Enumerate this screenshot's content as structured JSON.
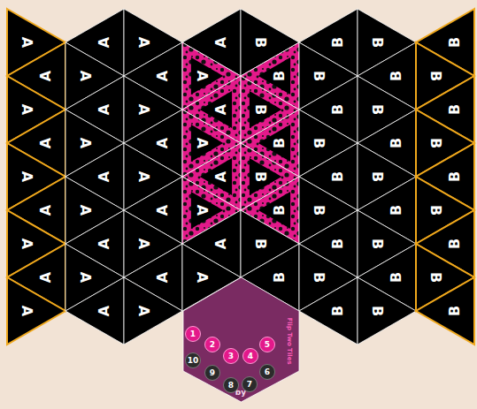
{
  "diagram": {
    "nodes": [
      {
        "text": [
          "A"
        ]
      },
      {
        "text": [
          "A"
        ]
      },
      {
        "text": [
          "A"
        ]
      },
      {
        "text": [
          "A"
        ]
      },
      {
        "text": [
          "A"
        ]
      },
      {
        "text": [
          "A"
        ]
      },
      {
        "text": [
          "A"
        ]
      },
      {
        "text": [
          "A"
        ]
      },
      {
        "text": [
          "A"
        ]
      },
      {
        "text": [
          "A"
        ]
      },
      {
        "text": [
          "A"
        ]
      },
      {
        "text": [
          "A"
        ]
      },
      {
        "text": [
          "A"
        ]
      },
      {
        "text": [
          "A"
        ]
      },
      {
        "text": [
          "A"
        ]
      },
      {
        "text": [
          "A"
        ]
      },
      {
        "text": [
          "A"
        ]
      },
      {
        "text": [
          "A"
        ]
      },
      {
        "text": [
          "A"
        ]
      },
      {
        "text": [
          "A"
        ]
      },
      {
        "text": [
          "A"
        ]
      },
      {
        "text": [
          "A"
        ]
      },
      {
        "text": [
          "A"
        ]
      },
      {
        "text": [
          "A"
        ]
      },
      {
        "text": [
          "A"
        ]
      },
      {
        "text": [
          "A"
        ]
      },
      {
        "text": [
          "A"
        ]
      },
      {
        "text": [
          "A"
        ]
      },
      {
        "text": [
          "A"
        ]
      },
      {
        "text": [
          "A"
        ]
      },
      {
        "text": [
          "A"
        ]
      },
      {
        "text": [
          "A"
        ]
      },
      {
        "text": [
          "A"
        ]
      },
      {
        "text": [
          "A"
        ]
      },
      {
        "text": [
          "A"
        ]
      },
      {
        "text": [
          "B"
        ]
      },
      {
        "text": [
          "B"
        ]
      },
      {
        "text": [
          "B"
        ]
      },
      {
        "text": [
          "B"
        ]
      },
      {
        "text": [
          "B"
        ]
      },
      {
        "text": [
          "B"
        ]
      },
      {
        "text": [
          "B"
        ]
      },
      {
        "text": [
          "B"
        ]
      },
      {
        "text": [
          "B"
        ]
      },
      {
        "text": [
          "B"
        ]
      },
      {
        "text": [
          "B"
        ]
      },
      {
        "text": [
          "B"
        ]
      },
      {
        "text": [
          "B"
        ]
      },
      {
        "text": [
          "B"
        ]
      },
      {
        "text": [
          "B"
        ]
      },
      {
        "text": [
          "B"
        ]
      },
      {
        "text": [
          "B"
        ]
      },
      {
        "text": [
          "B"
        ]
      },
      {
        "text": [
          "B"
        ]
      },
      {
        "text": [
          "B"
        ]
      },
      {
        "text": [
          "B"
        ]
      },
      {
        "text": [
          "B"
        ]
      },
      {
        "text": [
          "B"
        ]
      },
      {
        "text": [
          "B"
        ]
      },
      {
        "text": [
          "B"
        ]
      },
      {
        "text": [
          "B"
        ]
      },
      {
        "text": [
          "B"
        ]
      },
      {
        "text": [
          "B"
        ]
      },
      {
        "text": [
          "B"
        ]
      },
      {
        "text": [
          "B"
        ]
      },
      {
        "text": [
          "B"
        ]
      },
      {
        "text": [
          "B"
        ]
      },
      {
        "text": [
          "B"
        ]
      },
      {
        "text": [
          "B"
        ]
      },
      {
        "text": [
          "B"
        ]
      },
      {
        "text": [
          "Flip Two Tiles",
          "by"
        ]
      },
      {
        "text": [
          "1"
        ],
        "in": 70
      },
      {
        "text": [
          "2"
        ],
        "in": 70
      },
      {
        "text": [
          "3"
        ],
        "in": 70
      },
      {
        "text": [
          "4"
        ],
        "in": 70
      },
      {
        "text": [
          "5"
        ],
        "in": 70
      },
      {
        "text": [
          "10"
        ],
        "in": 70
      },
      {
        "text": [
          "9"
        ],
        "in": 70
      },
      {
        "text": [
          "8"
        ],
        "in": 70
      },
      {
        "text": [
          "7"
        ],
        "in": 70
      },
      {
        "text": [
          "6"
        ],
        "in": 70
      }
    ]
  }
}
